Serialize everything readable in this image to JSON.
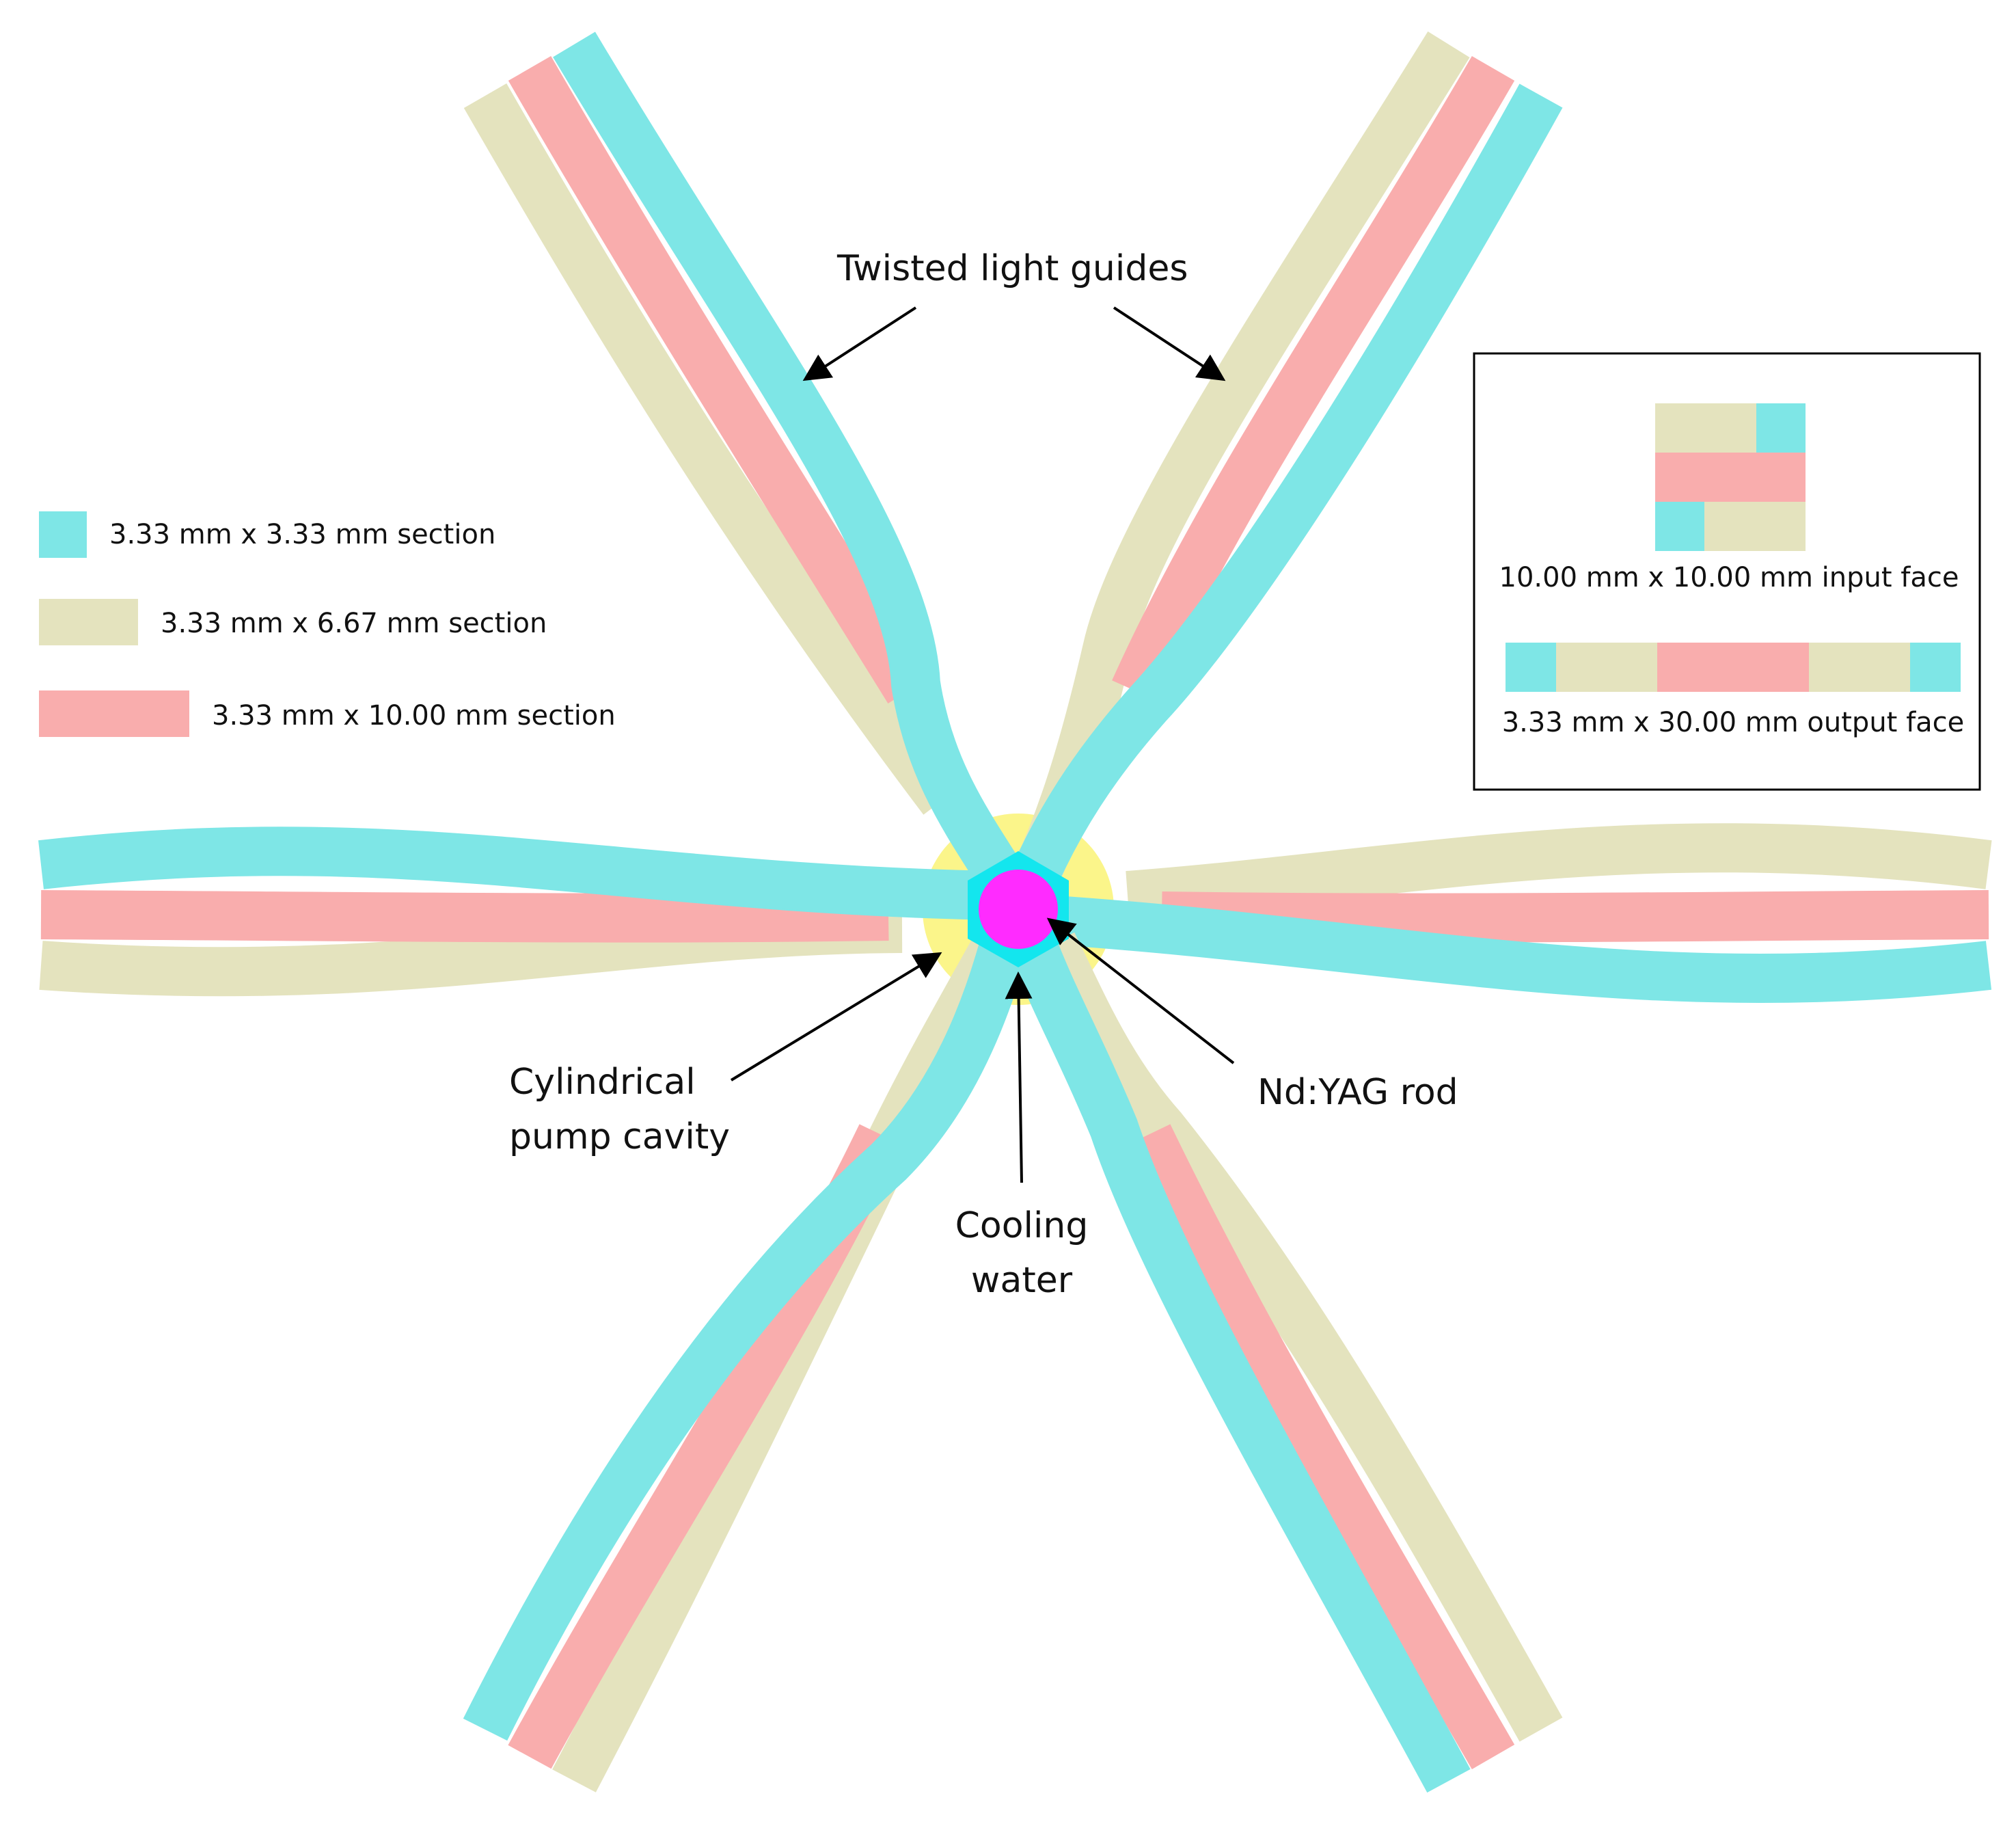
{
  "colors": {
    "square_section": "#7ee6e6",
    "mid_section": "#e4e3be",
    "long_section": "#f9adad",
    "rod": "#ff2bff",
    "water": "#13e6ee",
    "cavity": "#fbf58a",
    "arrow": "#000000"
  },
  "labels": {
    "twisted_light_guides": "Twisted light guides",
    "cylindrical_pump_cavity_line1": "Cylindrical",
    "cylindrical_pump_cavity_line2": "pump cavity",
    "cooling_water_line1": "Cooling",
    "cooling_water_line2": "water",
    "nd_yag_rod": "Nd:YAG rod"
  },
  "legend": [
    {
      "key": "square_section",
      "label": "3.33 mm x 3.33 mm section"
    },
    {
      "key": "mid_section",
      "label": "3.33 mm x 6.67 mm section"
    },
    {
      "key": "long_section",
      "label": "3.33 mm x 10.00 mm section"
    }
  ],
  "inset": {
    "input_face_label": "10.00 mm x 10.00 mm input face",
    "output_face_label": "3.33 mm x 30.00 mm output face"
  }
}
